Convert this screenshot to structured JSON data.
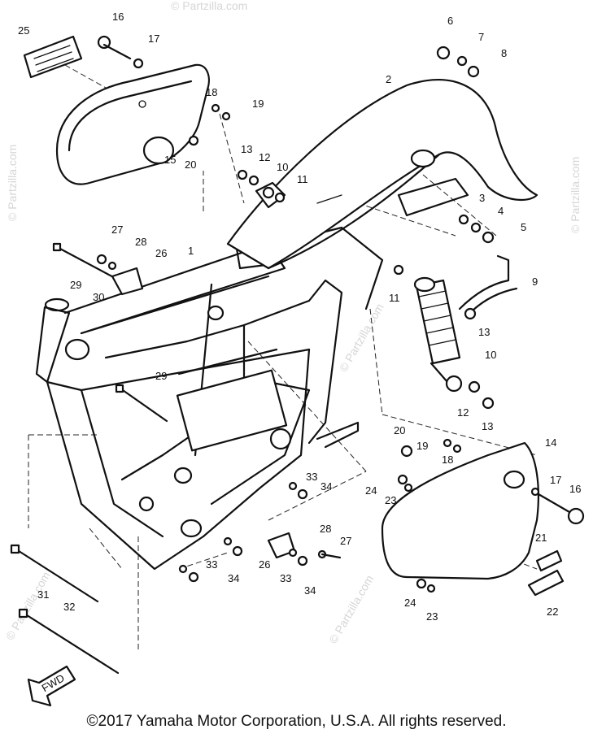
{
  "watermark": "© Partzilla.com",
  "watermark_short": "Partzilla",
  "copyright": "©2017  Yamaha Motor Corporation, U.S.A. All rights reserved.",
  "fwd_label": "FWD",
  "callouts": [
    "1",
    "2",
    "3",
    "4",
    "5",
    "6",
    "7",
    "8",
    "9",
    "10",
    "11",
    "12",
    "13",
    "14",
    "15",
    "16",
    "17",
    "18",
    "19",
    "20",
    "21",
    "22",
    "23",
    "24",
    "25",
    "26",
    "27",
    "28",
    "29",
    "30",
    "31",
    "32",
    "33",
    "34"
  ],
  "duplicate_callouts": [
    "10",
    "11",
    "12",
    "13",
    "16",
    "17",
    "18",
    "19",
    "20",
    "23",
    "24",
    "26",
    "27",
    "28",
    "29",
    "33",
    "34"
  ]
}
